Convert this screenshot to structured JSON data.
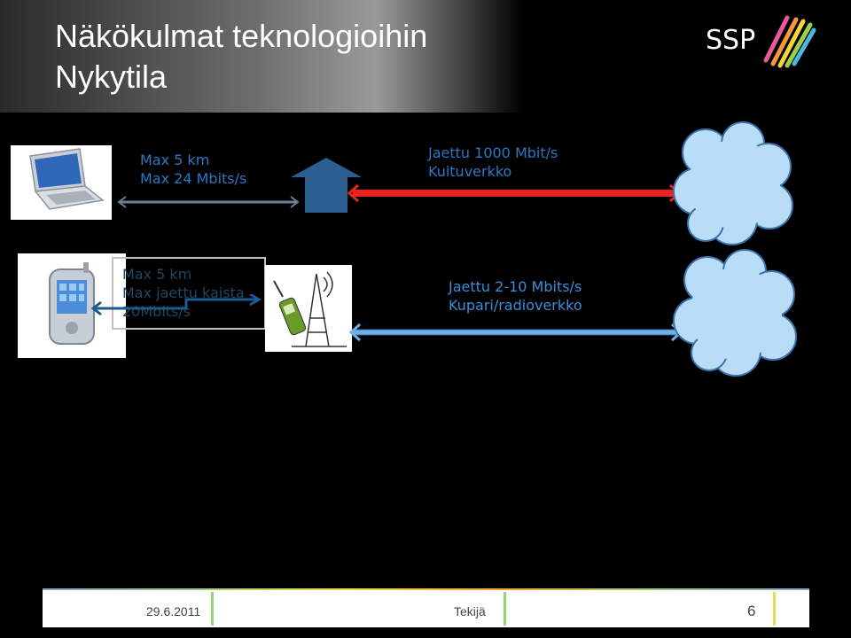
{
  "slide": {
    "title_line1": "Näkökulmat  teknologioihin",
    "title_line2": "Nykytila",
    "logo": "SSP"
  },
  "row1": {
    "left_line1": "Max   5 km",
    "left_line2": "Max  24 Mbits/s",
    "right_line1": "Jaettu  1000 Mbit/s",
    "right_line2": "Kuituverkko"
  },
  "row2": {
    "left_line1": "Max   5 km",
    "left_line2": "Max  jaettu kaista",
    "left_line3": "20Mbits/s",
    "right_line1": "Jaettu  2-10 Mbits/s",
    "right_line2": "Kupari/radioverkko"
  },
  "footer": {
    "date": "29.6.2011",
    "author": "Tekijä",
    "page": "6"
  },
  "colors": {
    "fiber": "#e8251c",
    "link": "#6fb0e6",
    "house": "#2b5f92",
    "cloud": "#b9dcf7"
  },
  "icons": [
    "laptop-icon",
    "house-icon",
    "cloud-icon",
    "pda-icon",
    "cell-tower-icon",
    "ssp-logo-icon"
  ]
}
